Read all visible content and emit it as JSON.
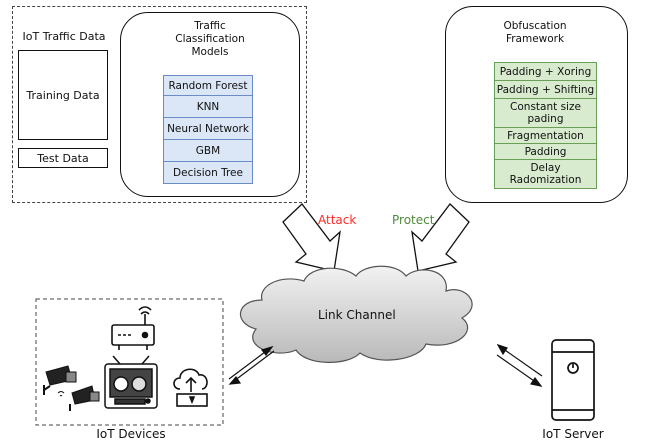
{
  "traffic_section": {
    "title": "IoT Traffic Data",
    "training": "Training Data",
    "test": "Test Data",
    "models_title": "Traffic Classification Models",
    "models": [
      "Random Forest",
      "KNN",
      "Neural Network",
      "GBM",
      "Decision Tree"
    ]
  },
  "obfuscation_section": {
    "title": "Obfuscation Framework",
    "techniques": [
      "Padding + Xoring",
      "Padding + Shifting",
      "Constant size pading",
      "Fragmentation",
      "Padding",
      "Delay Radomization"
    ]
  },
  "arrows": {
    "attack": "Attack",
    "protect": "Protect",
    "attack_color": "#ff2a2a",
    "protect_color": "#4f8a3c"
  },
  "channel": {
    "label": "Link Channel"
  },
  "devices": {
    "label": "IoT Devices"
  },
  "server": {
    "label": "IoT Server"
  }
}
